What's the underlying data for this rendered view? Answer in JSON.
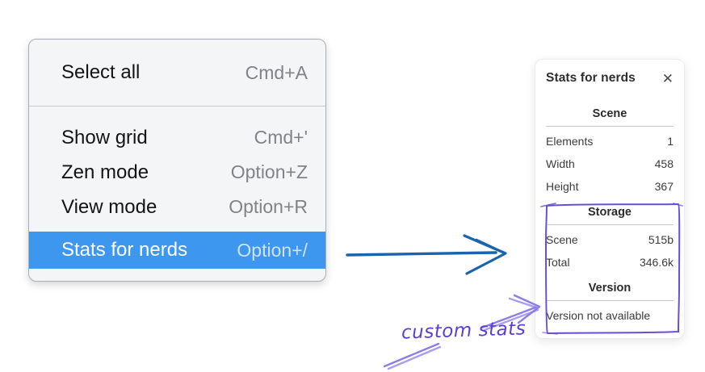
{
  "colors": {
    "menu_highlight": "#3e97ef",
    "arrow_blue": "#1a64ad",
    "annotation_purple": "#5b3fd0",
    "annotation_box_purple": "#6a4fd6",
    "annotation_arrow_purple": "#8d7ce6"
  },
  "menu": {
    "items": [
      {
        "label": "Select all",
        "shortcut": "Cmd+A",
        "highlighted": false
      },
      {
        "label": "Show grid",
        "shortcut": "Cmd+'",
        "highlighted": false
      },
      {
        "label": "Zen mode",
        "shortcut": "Option+Z",
        "highlighted": false
      },
      {
        "label": "View mode",
        "shortcut": "Option+R",
        "highlighted": false
      },
      {
        "label": "Stats for nerds",
        "shortcut": "Option+/",
        "highlighted": true
      }
    ]
  },
  "stats_panel": {
    "title": "Stats for nerds",
    "close_icon": "✕",
    "scene": {
      "heading": "Scene",
      "rows": [
        {
          "label": "Elements",
          "value": "1"
        },
        {
          "label": "Width",
          "value": "458"
        },
        {
          "label": "Height",
          "value": "367"
        }
      ]
    },
    "storage": {
      "heading": "Storage",
      "rows": [
        {
          "label": "Scene",
          "value": "515b"
        },
        {
          "label": "Total",
          "value": "346.6k"
        }
      ]
    },
    "version": {
      "heading": "Version",
      "message": "Version not available"
    }
  },
  "annotation": {
    "label": "custom stats"
  }
}
